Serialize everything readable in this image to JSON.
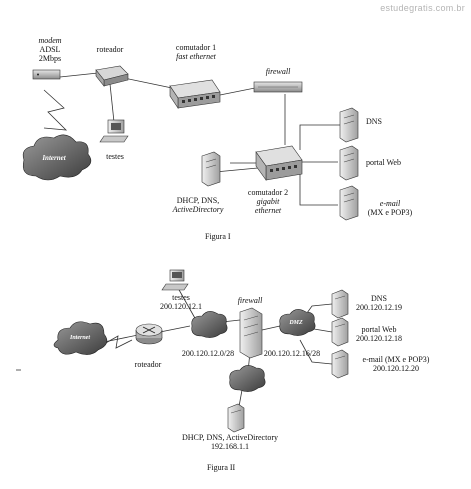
{
  "watermark": "estudegratis.com.br",
  "figure1": {
    "caption": "Figura I",
    "modem": {
      "line1": "modem",
      "line2": "ADSL",
      "line3": "2Mbps"
    },
    "internet": "Internet",
    "router": "roteador",
    "switch1": {
      "line1": "comutador 1",
      "line2": "fast ethernet"
    },
    "firewall": "firewall",
    "tests": "testes",
    "dns": "DNS",
    "web": "portal Web",
    "email": {
      "line1": "e-mail",
      "line2": "(MX e POP3)"
    },
    "dhcp": {
      "line1": "DHCP, DNS,",
      "line2": "ActiveDirectory"
    },
    "switch2": {
      "line1": "comutador 2",
      "line2": "gigabit",
      "line3": "ethernet"
    }
  },
  "figure2": {
    "caption": "Figura II",
    "tests": {
      "line1": "testes",
      "line2": "200.120.12.1"
    },
    "firewall": "firewall",
    "dmz_label": "DMZ",
    "dns": {
      "line1": "DNS",
      "line2": "200.120.12.19"
    },
    "web": {
      "line1": "portal Web",
      "line2": "200.120.12.18"
    },
    "email": {
      "line1": "e-mail (MX e POP3)",
      "line2": "200.120.12.20"
    },
    "internet": "Internet",
    "router": "roteador",
    "net1": "200.120.12.0/28",
    "net2": "200.120.12.16/28",
    "dhcp": {
      "line1": "DHCP, DNS, ActiveDirectory",
      "line2": "192.168.1.1"
    }
  }
}
